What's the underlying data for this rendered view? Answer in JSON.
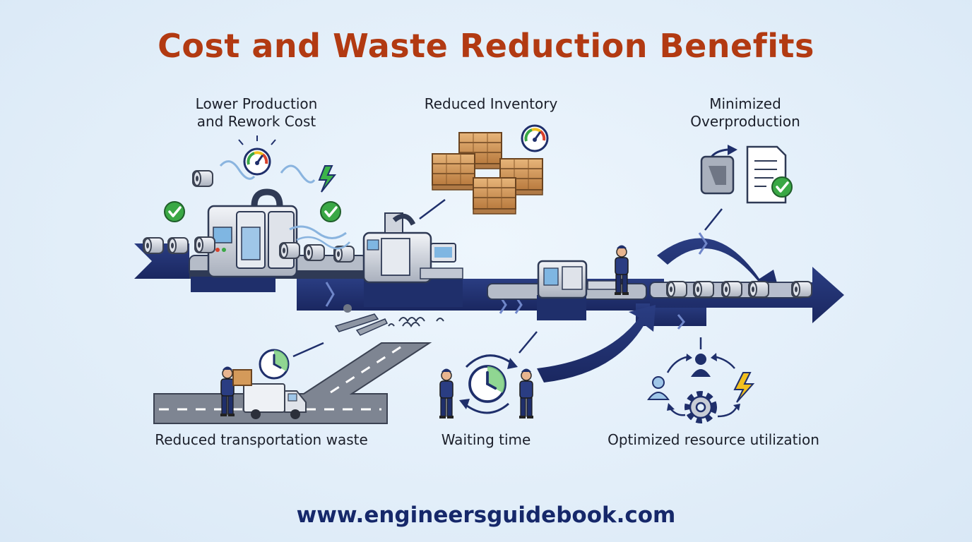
{
  "title": "Cost and Waste Reduction Benefits",
  "labels": {
    "lower_production": "Lower Production\nand Rework Cost",
    "reduced_inventory": "Reduced Inventory",
    "minimized_overproduction": "Minimized\nOverproduction",
    "reduced_transportation": "Reduced transportation waste",
    "waiting_time": "Waiting time",
    "optimized_resource": "Optimized resource utilization"
  },
  "footer": "www.engineersguidebook.com",
  "colors": {
    "title": "#b23a12",
    "navy": "#1f2f6b",
    "check_green": "#3aa845",
    "bolt_green": "#3cb54a",
    "bolt_yellow": "#f2c01e",
    "pallet_wood": "#d49a5a",
    "machine_gray": "#c7ccd6"
  },
  "icons": [
    "check-icon",
    "gauge-icon",
    "lightning-icon",
    "clock-icon",
    "gear-icon",
    "person-icon",
    "document-icon",
    "truck-icon",
    "pallet-icon"
  ]
}
